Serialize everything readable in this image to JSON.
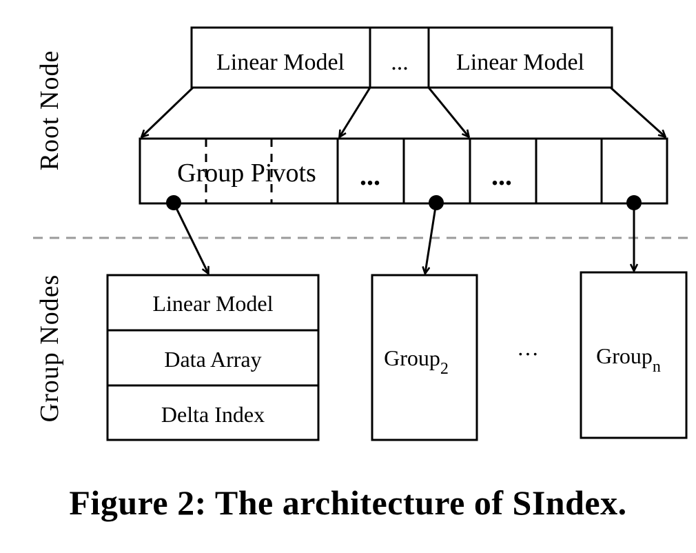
{
  "side_labels": {
    "root": "Root  Node",
    "group": "Group  Nodes"
  },
  "root_models": {
    "left": "Linear Model",
    "ellipsis": "...",
    "right": "Linear Model"
  },
  "pivots": {
    "label": "Group Pivots",
    "ellipsis_1": "...",
    "ellipsis_2": "..."
  },
  "group_1": {
    "rows": [
      "Linear Model",
      "Data Array",
      "Delta Index"
    ]
  },
  "group_2": {
    "base": "Group",
    "subscript": "2"
  },
  "group_ellipsis": "···",
  "group_n": {
    "base": "Group",
    "subscript": "n"
  },
  "caption": "Figure 2: The architecture of SIndex."
}
